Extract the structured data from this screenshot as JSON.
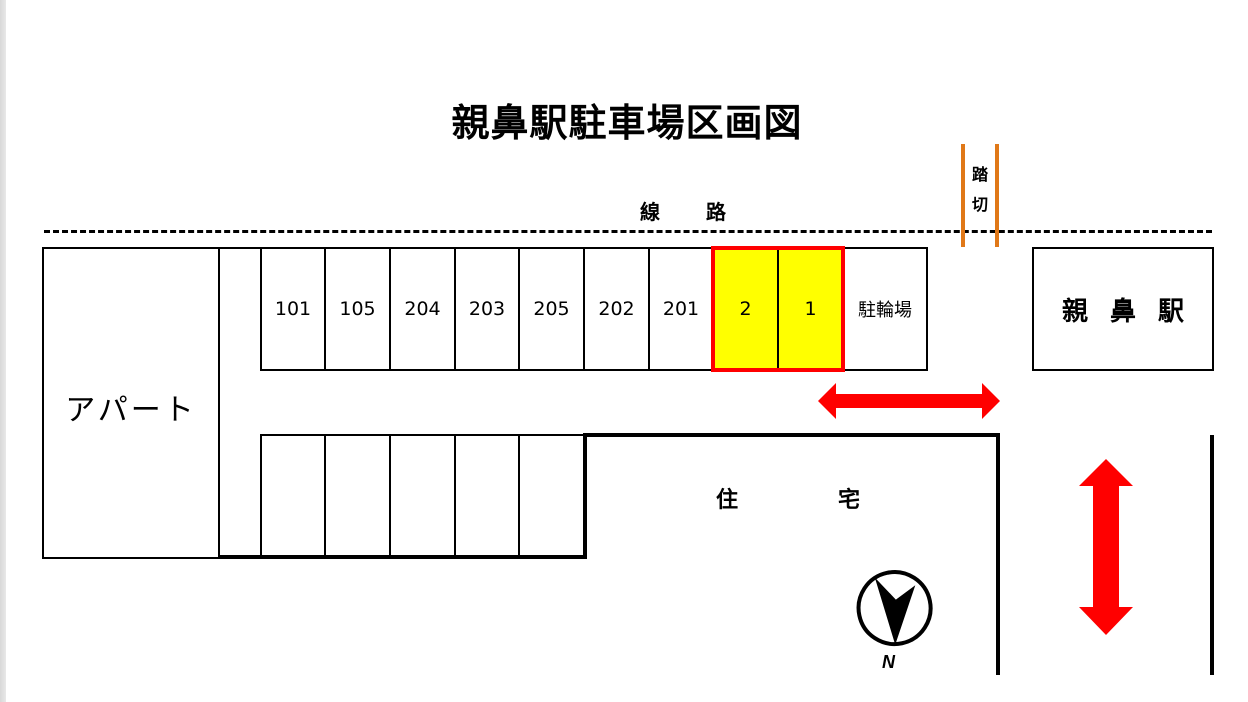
{
  "title": "親鼻駅駐車場区画図",
  "labels": {
    "railway": "線路",
    "crossing_top": "踏",
    "crossing_bottom": "切",
    "apartment": "アパート",
    "station": "親鼻駅",
    "housing": "住宅",
    "compass_north": "N"
  },
  "upper_stalls": [
    {
      "label": "101",
      "highlighted": false
    },
    {
      "label": "105",
      "highlighted": false
    },
    {
      "label": "204",
      "highlighted": false
    },
    {
      "label": "203",
      "highlighted": false
    },
    {
      "label": "205",
      "highlighted": false
    },
    {
      "label": "202",
      "highlighted": false
    },
    {
      "label": "201",
      "highlighted": false
    },
    {
      "label": "2",
      "highlighted": true
    },
    {
      "label": "1",
      "highlighted": true
    },
    {
      "label": "駐輪場",
      "highlighted": false
    }
  ],
  "lower_stalls_count": 5,
  "colors": {
    "highlight_fill": "#ffff00",
    "highlight_border": "#ff0000",
    "arrow": "#ff0000",
    "crossing": "#e07818"
  }
}
